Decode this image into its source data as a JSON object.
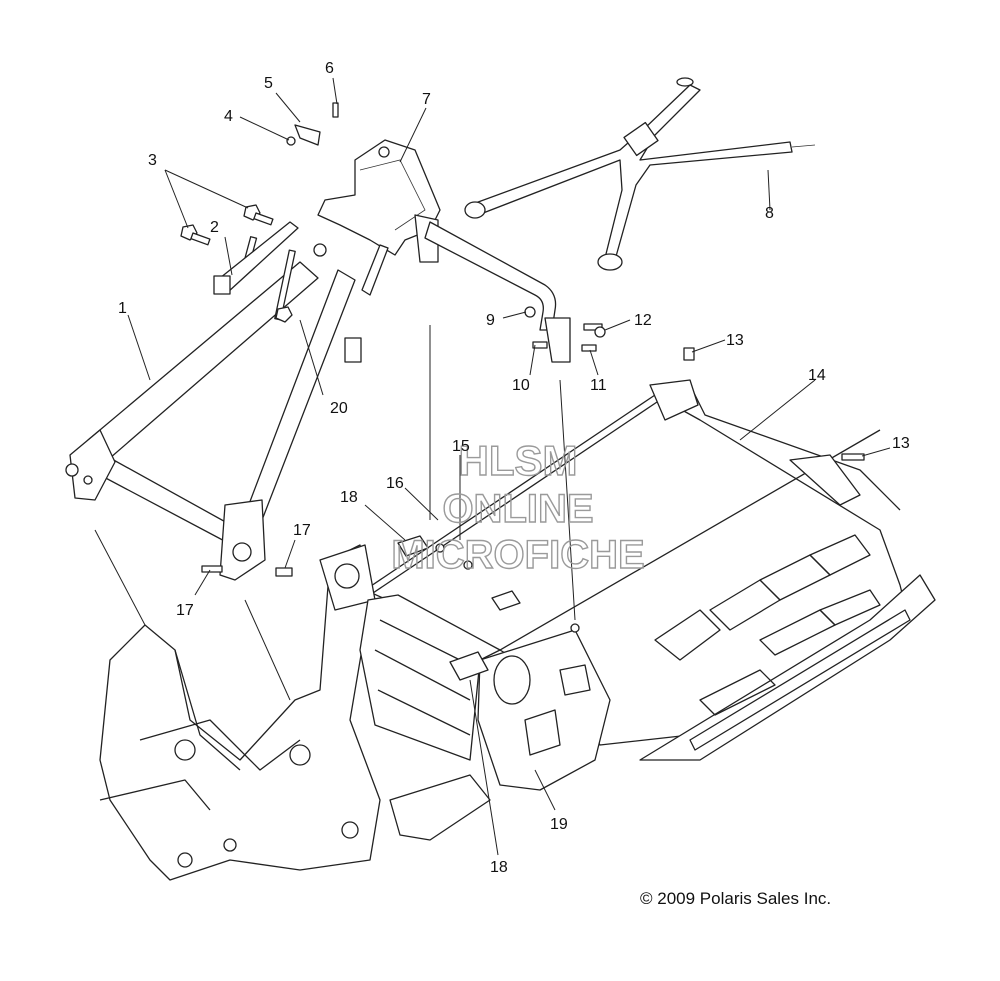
{
  "diagram": {
    "callouts": {
      "c1": "1",
      "c2": "2",
      "c3": "3",
      "c4": "4",
      "c5": "5",
      "c6": "6",
      "c7": "7",
      "c8": "8",
      "c9": "9",
      "c10": "10",
      "c11": "11",
      "c12": "12",
      "c13a": "13",
      "c13b": "13",
      "c14": "14",
      "c15": "15",
      "c16": "16",
      "c17a": "17",
      "c17b": "17",
      "c18a": "18",
      "c18b": "18",
      "c19": "19",
      "c20": "20"
    },
    "watermark": {
      "line1": "HLSM",
      "line2": "ONLINE",
      "line3": "MICROFICHE"
    },
    "copyright": "© 2009 Polaris Sales Inc."
  }
}
